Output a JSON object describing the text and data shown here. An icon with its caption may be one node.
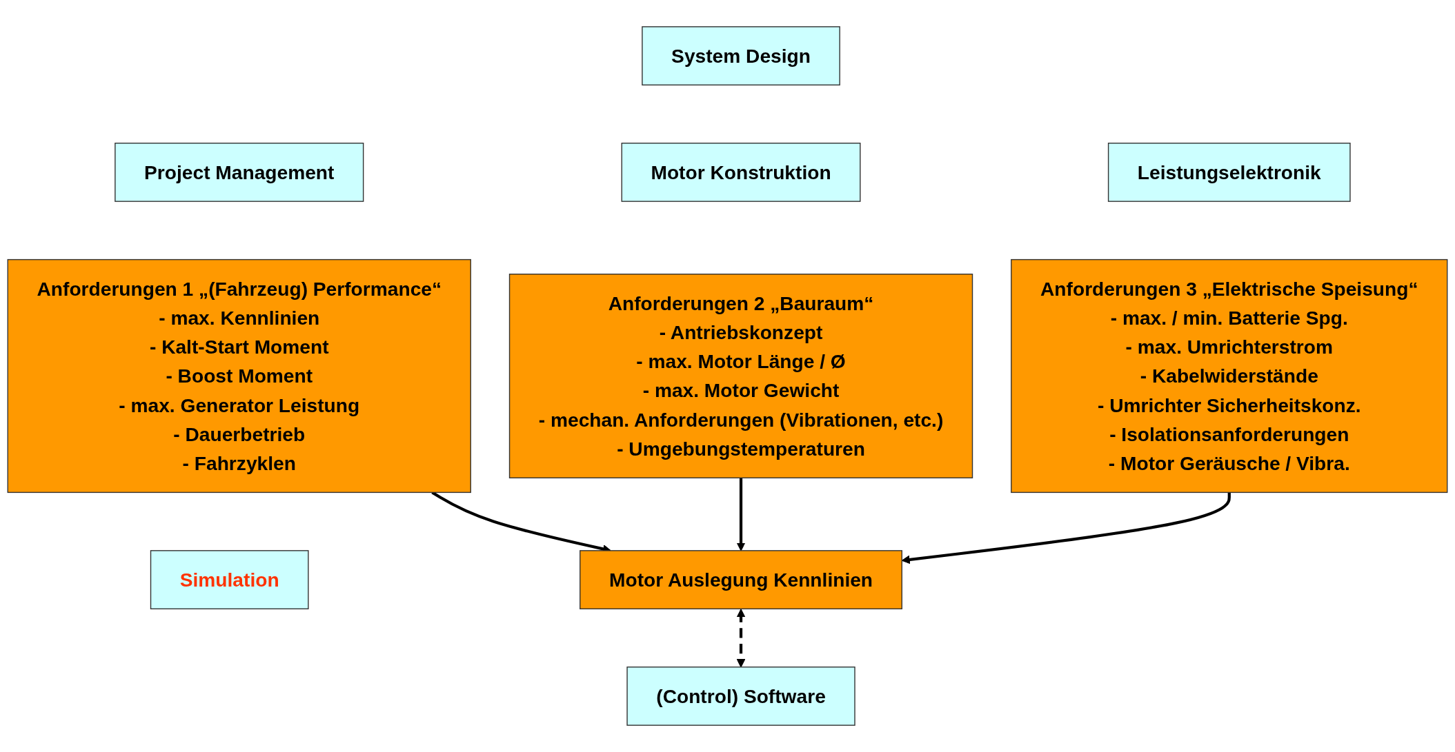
{
  "diagram": {
    "nodes": [
      {
        "text": [
          "System Design"
        ]
      },
      {
        "text": [
          "Project Management"
        ]
      },
      {
        "text": [
          "Motor Konstruktion"
        ]
      },
      {
        "text": [
          "Leistungselektronik"
        ]
      },
      {
        "text": [
          "Anforderungen 1 „(Fahrzeug) Performance“",
          "- max. Kennlinien",
          "- Kalt-Start Moment",
          "- Boost Moment",
          "- max. Generator Leistung",
          "- Dauerbetrieb",
          "- Fahrzyklen"
        ]
      },
      {
        "text": [
          "Anforderungen 2 „Bauraum“",
          "- Antriebskonzept",
          "- max. Motor Länge / Ø",
          "- max. Motor Gewicht",
          "- mechan. Anforderungen (Vibrationen, etc.)",
          "- Umgebungstemperaturen"
        ]
      },
      {
        "text": [
          "Anforderungen 3 „Elektrische Speisung“",
          "- max. / min. Batterie Spg.",
          "- max. Umrichterstrom",
          "- Kabelwiderstände",
          "- Umrichter Sicherheitskonz.",
          "- Isolationsanforderungen",
          "- Motor Geräusche / Vibra."
        ]
      },
      {
        "text": [
          "Simulation"
        ]
      },
      {
        "text": [
          "Motor Auslegung Kennlinien"
        ]
      },
      {
        "text": [
          "(Control) Software"
        ]
      }
    ],
    "edges": [
      {
        "from": 4,
        "to": 8,
        "arrow": "to"
      },
      {
        "from": 5,
        "to": 8,
        "arrow": "to"
      },
      {
        "from": 6,
        "to": 8,
        "arrow": "to"
      },
      {
        "from": 8,
        "to": 9,
        "arrow": "both",
        "style": "dashed"
      }
    ]
  }
}
